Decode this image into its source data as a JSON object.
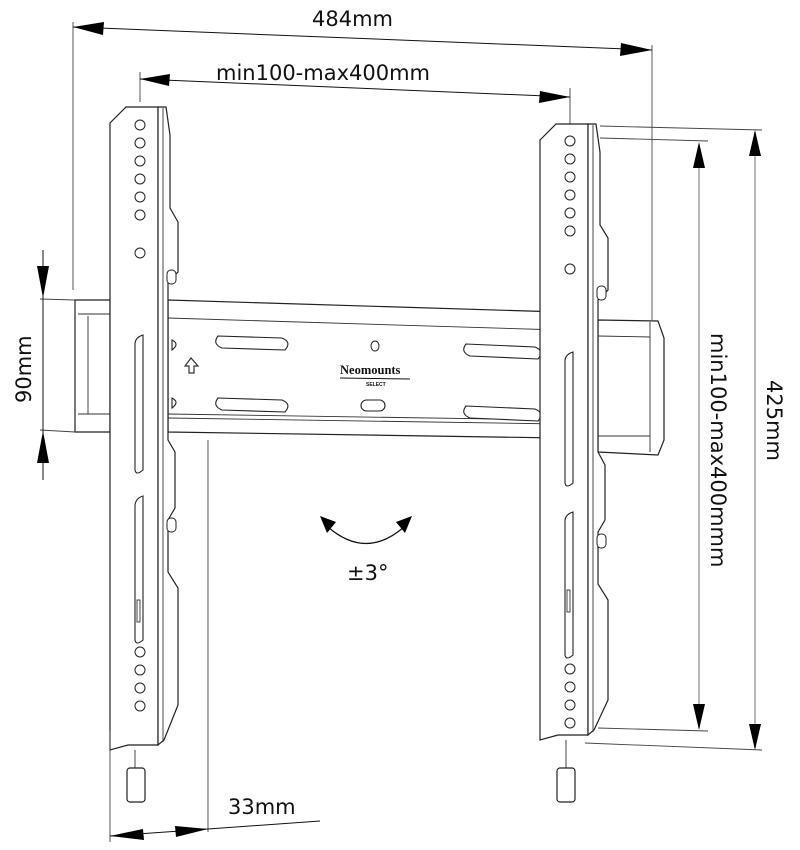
{
  "drawing": {
    "title": "Neomounts Select fixed TV wall mount - dimension drawing",
    "product": {
      "brand": "Neomounts",
      "sub_brand": "SELECT"
    },
    "dimensions": {
      "overall_width": "484mm",
      "vesa_horizontal": "min100-max400mm",
      "overall_height": "425mm",
      "vesa_vertical": "min100-max400mmm",
      "rail_height": "90mm",
      "wall_distance": "33mm",
      "tilt": "±3°"
    },
    "colors": {
      "line": "#222222",
      "background": "#ffffff",
      "grey_dim_line": "#999999"
    }
  }
}
